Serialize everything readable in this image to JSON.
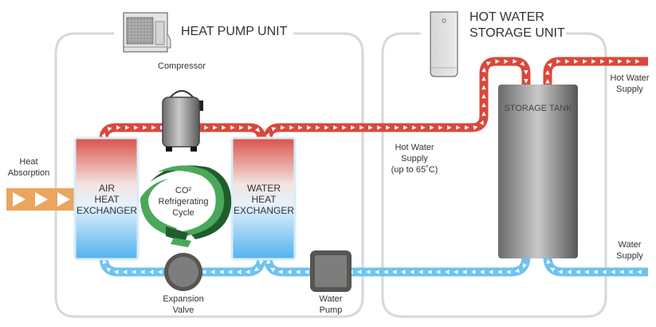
{
  "sections": {
    "heat_pump_unit": {
      "title": "HEAT PUMP UNIT"
    },
    "storage_unit": {
      "title_line1": "HOT WATER",
      "title_line2": "STORAGE UNIT"
    }
  },
  "components": {
    "compressor": "Compressor",
    "air_heat_exchanger": {
      "line1": "AIR",
      "line2": "HEAT",
      "line3": "EXCHANGER"
    },
    "water_heat_exchanger": {
      "line1": "WATER",
      "line2": "HEAT",
      "line3": "EXCHANGER"
    },
    "refrigerating_cycle": {
      "line1": "CO²",
      "line2": "Refrigerating",
      "line3": "Cycle"
    },
    "expansion_valve": {
      "line1": "Expansion",
      "line2": "Valve"
    },
    "water_pump": {
      "line1": "Water",
      "line2": "Pump"
    },
    "storage_tank": "STORAGE TANK"
  },
  "flows": {
    "heat_absorption": {
      "line1": "Heat",
      "line2": "Absorption"
    },
    "hot_water_supply_mid": {
      "line1": "Hot Water",
      "line2": "Supply",
      "line3": "(up to 65˚C)"
    },
    "hot_water_supply_out": {
      "line1": "Hot Water",
      "line2": "Supply"
    },
    "water_supply_in": {
      "line1": "Water",
      "line2": "Supply"
    }
  },
  "colors": {
    "hot_pipe": "#d9483b",
    "cold_pipe": "#6ec3f0",
    "heat_arrow": "#eaa560",
    "cycle_green": "#4aa85a",
    "cycle_dark": "#1f5e2c",
    "frame": "#d8d8d8"
  }
}
